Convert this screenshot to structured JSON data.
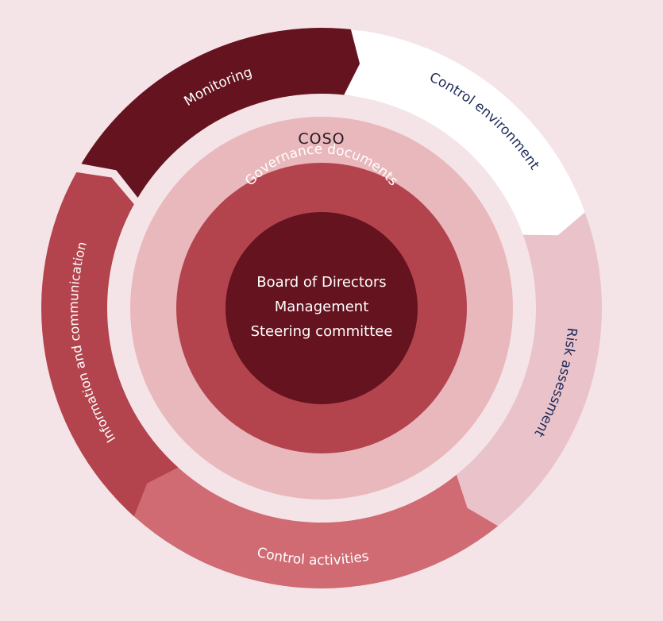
{
  "framework": {
    "label": "COSO"
  },
  "governance": {
    "label": "Governance documents"
  },
  "core": {
    "lines": [
      "Board of Directors",
      "Management",
      "Steering committee"
    ]
  },
  "components": [
    {
      "id": "monitoring",
      "label": "Monitoring",
      "fill": "#65131f",
      "text_color": "#ffffff"
    },
    {
      "id": "control-environment",
      "label": "Control environment",
      "fill": "#ffffff",
      "text_color": "#1f2a5a"
    },
    {
      "id": "risk-assessment",
      "label": "Risk assessment",
      "fill": "#e9c3c9",
      "text_color": "#1f2a5a"
    },
    {
      "id": "control-activities",
      "label": "Control activities",
      "fill": "#d06b73",
      "text_color": "#ffffff"
    },
    {
      "id": "information-communication",
      "label": "Information and communication",
      "fill": "#b3444d",
      "text_color": "#ffffff"
    }
  ],
  "colors": {
    "background": "#f5e4e7",
    "coso_ring": "#e9b8bc",
    "governance_ring": "#b3444d",
    "core": "#65131f"
  }
}
